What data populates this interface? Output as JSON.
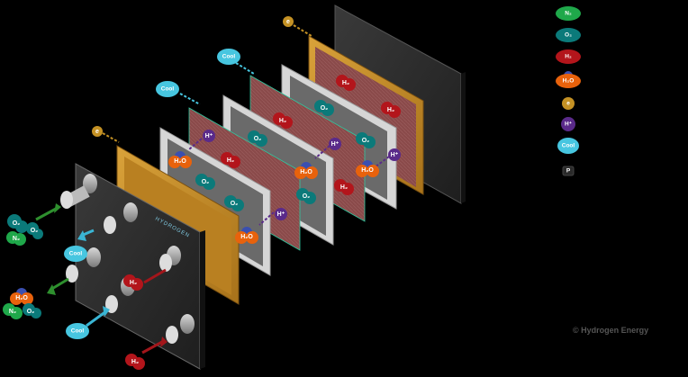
{
  "legend": [
    {
      "id": "n2",
      "label": "N₂",
      "color": "#1fa84a"
    },
    {
      "id": "o2",
      "label": "O₂",
      "color": "#0b7a7a"
    },
    {
      "id": "h2",
      "label": "H₂",
      "color": "#b3151b"
    },
    {
      "id": "h2o",
      "label": "H₂O",
      "color": "#e8620c"
    },
    {
      "id": "e",
      "label": "e",
      "color": "#c49124"
    },
    {
      "id": "hplus",
      "label": "H⁺",
      "color": "#5a2a8a"
    },
    {
      "id": "cool",
      "label": "Cool",
      "color": "#47c6e0"
    },
    {
      "id": "p",
      "label": "P",
      "color": "#2a2a2a"
    }
  ],
  "labels": {
    "cool": "Cool",
    "h2": "H₂",
    "o2": "O₂",
    "n2": "N₂",
    "h2o": "H₂O",
    "hplus": "H⁺",
    "e": "e",
    "logo": "HYDROGEN",
    "copyright": "© Hydrogen Energy"
  },
  "colors": {
    "background": "#000000",
    "endplate": "#2b2b2b",
    "current_collector": "#c58a1a",
    "bipolar_plate_frame": "#cfcfcf",
    "membrane": "#8a4a4a",
    "inner_gray": "#6e6e6e"
  }
}
